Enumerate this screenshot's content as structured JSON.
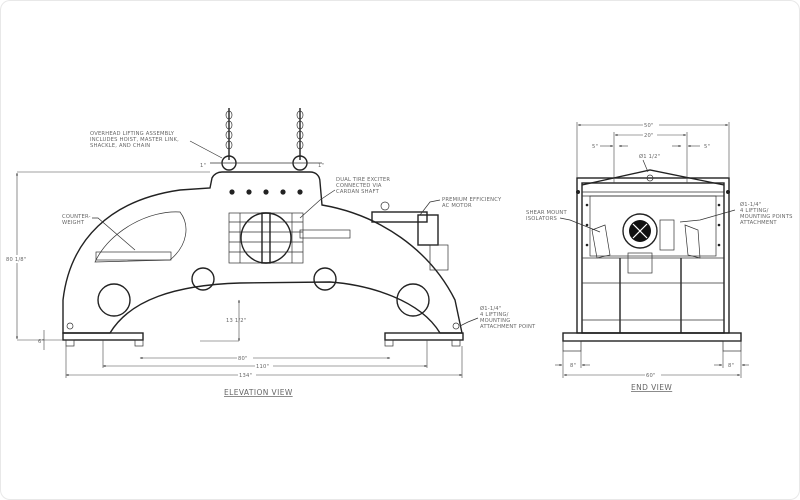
{
  "drawing": {
    "views": [
      {
        "id": "elevation",
        "title": "ELEVATION VIEW"
      },
      {
        "id": "end",
        "title": "END VIEW"
      }
    ],
    "elevation_callouts": {
      "lifting": [
        "OVERHEAD LIFTING ASSEMBLY",
        "INCLUDES HOIST, MASTER LINK,",
        "SHACKLE, AND CHAIN"
      ],
      "exciter": [
        "DUAL TIRE EXCITER",
        "CONNECTED VIA",
        "CARDAN SHAFT"
      ],
      "motor": [
        "PREMIUM EFFICIENCY",
        "AC MOTOR"
      ],
      "counterweight": [
        "COUNTER-",
        "WEIGHT"
      ],
      "mounting": [
        "Ø1-1/4\"",
        "4 LIFTING/",
        "MOUNTING",
        "ATTACHMENT POINT"
      ]
    },
    "elevation_dims": {
      "height": "80 1/8\"",
      "arch": "13 1/2\"",
      "inner": "80\"",
      "middle": "110\"",
      "overall": "134\"",
      "small_left": "6\"",
      "small_top": "1\""
    },
    "end_callouts": {
      "isolators": [
        "SHEAR MOUNT",
        "ISOLATORS"
      ],
      "right": [
        "Ø1-1/4\"",
        "4 LIFTING/",
        "MOUNTING POINTS",
        "ATTACHMENT"
      ]
    },
    "end_dims": {
      "top_overall": "50\"",
      "top_inner": "20\"",
      "left_gap": "5\"",
      "right_gap": "5\"",
      "hole": "Ø1 1/2\"",
      "bottom_overall": "60\"",
      "bottom_left": "8\"",
      "bottom_right": "8\""
    }
  }
}
